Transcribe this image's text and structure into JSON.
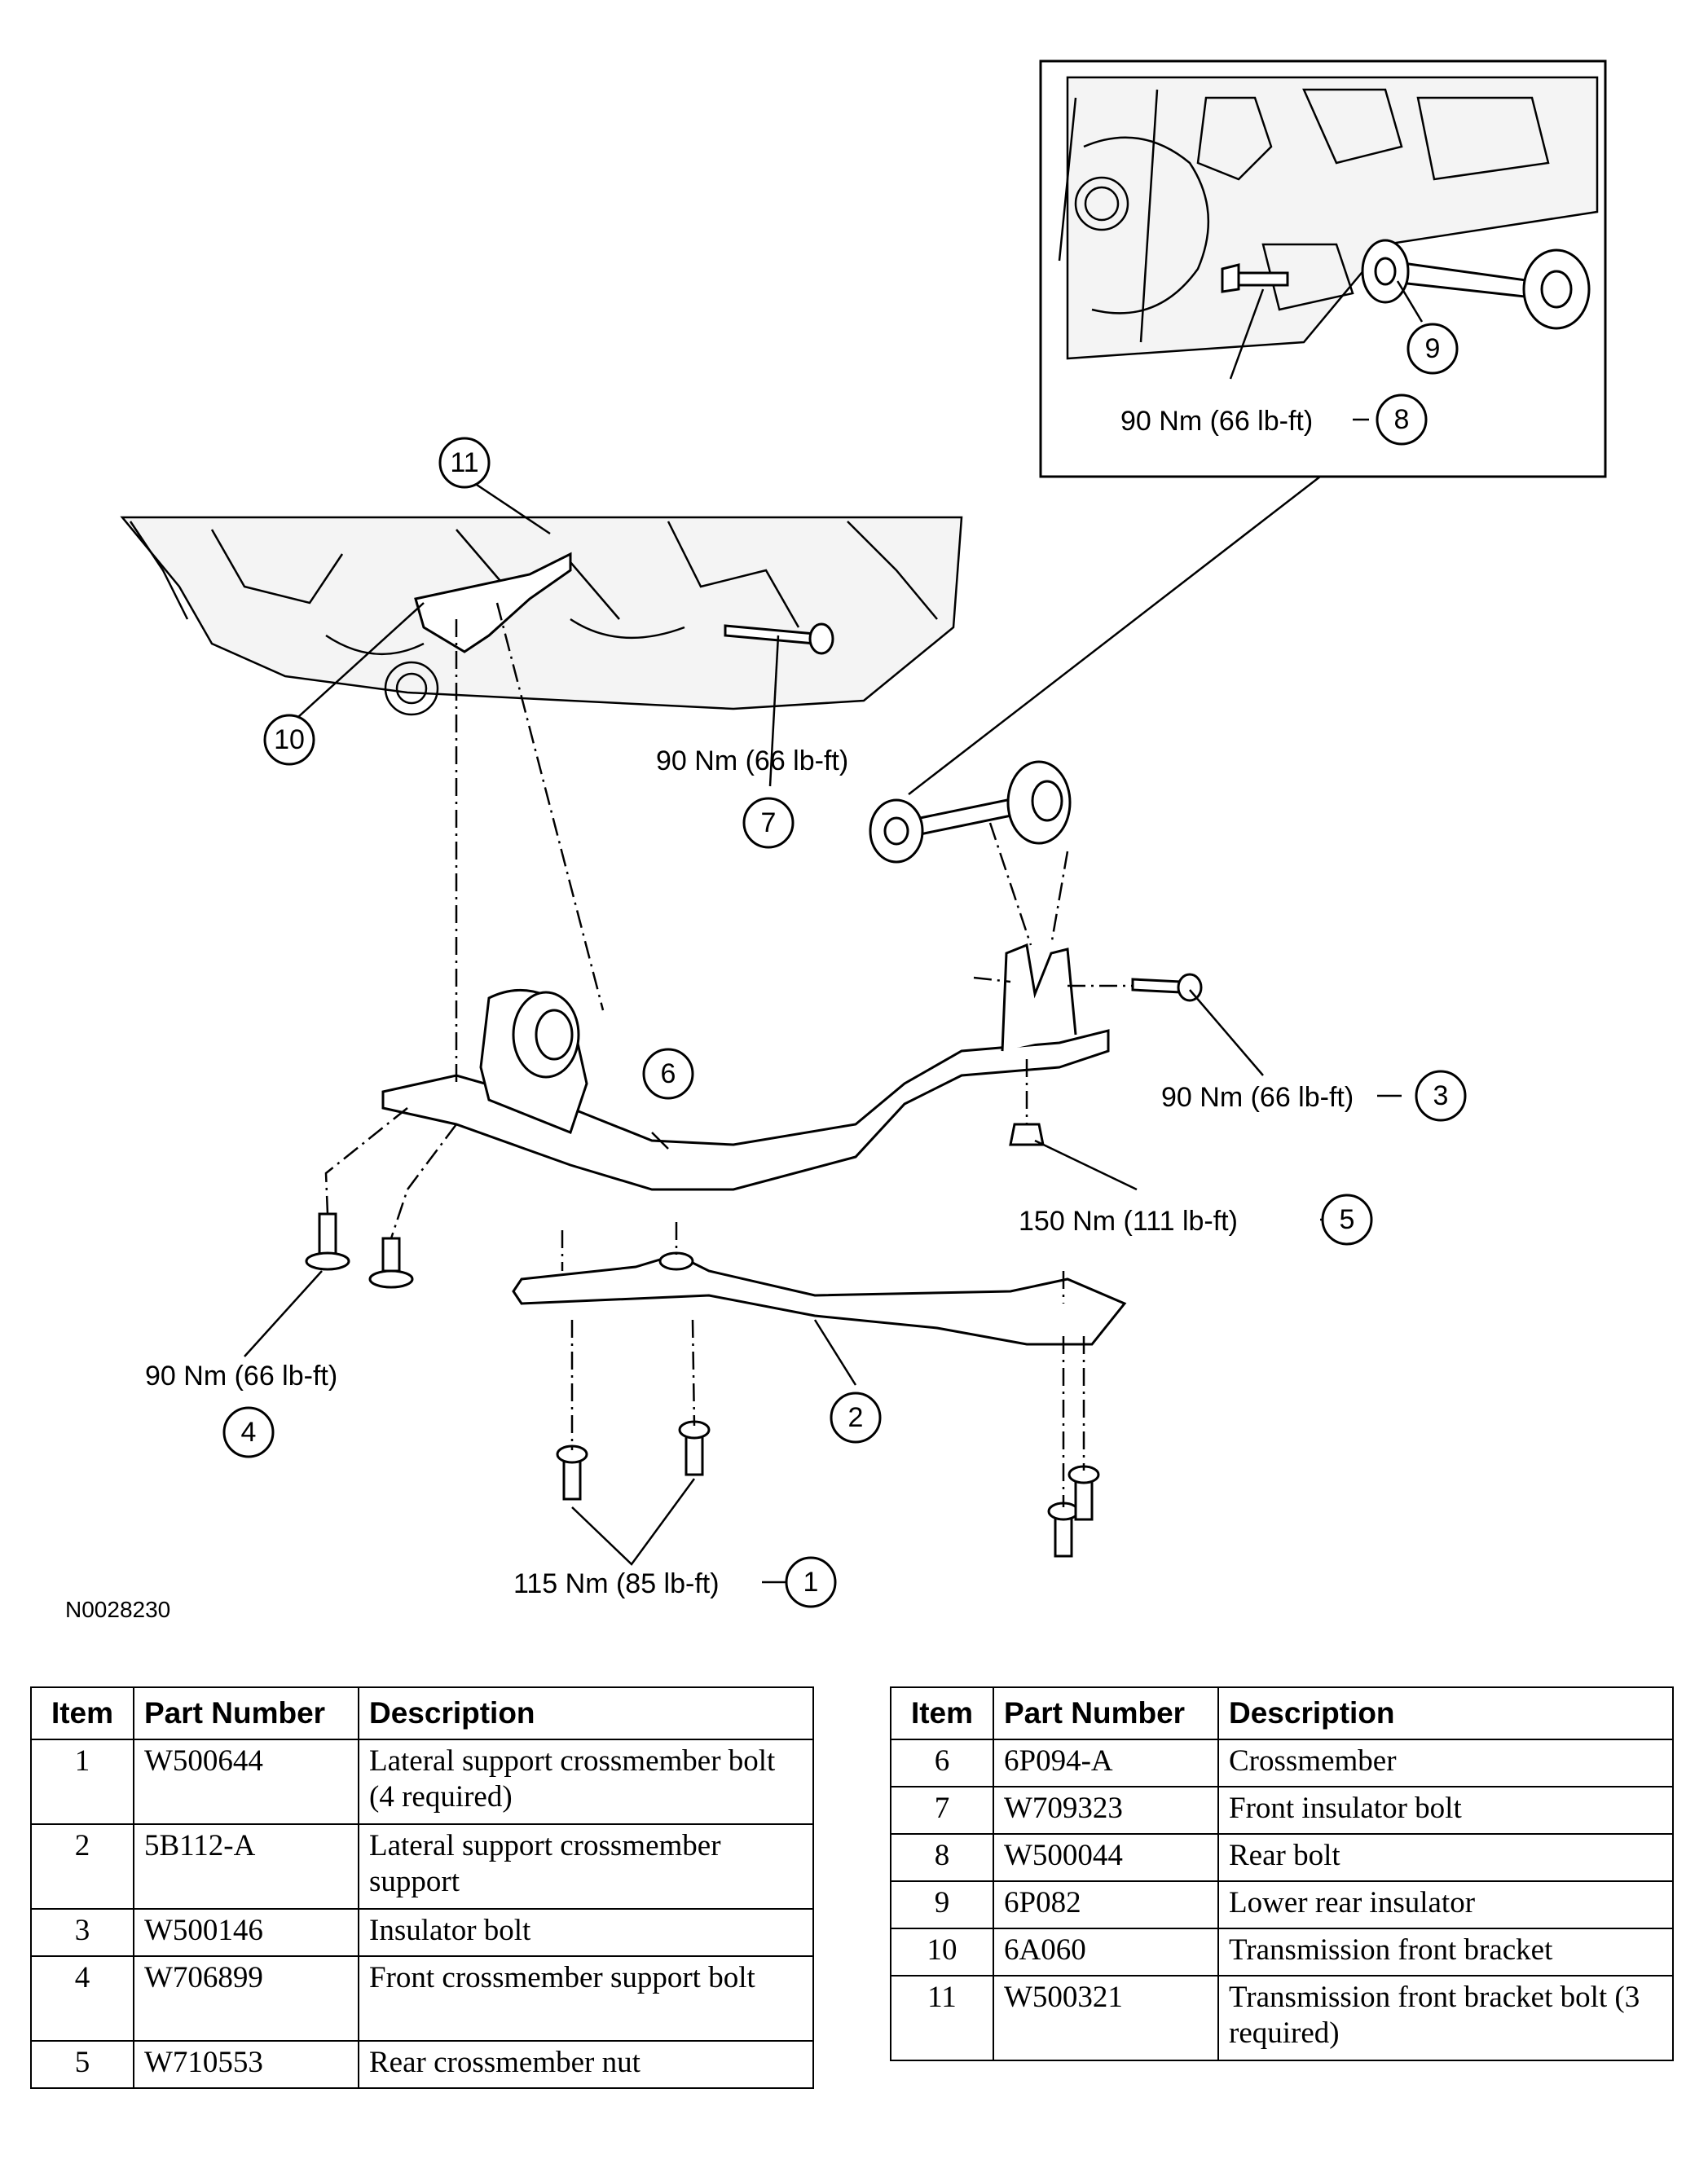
{
  "figure_id": "N0028230",
  "callouts": [
    {
      "num": "1",
      "torque": "115 Nm (85 lb-ft)"
    },
    {
      "num": "2",
      "torque": ""
    },
    {
      "num": "3",
      "torque": "90 Nm (66 lb-ft)"
    },
    {
      "num": "4",
      "torque": "90 Nm (66 lb-ft)"
    },
    {
      "num": "5",
      "torque": "150 Nm (111 lb-ft)"
    },
    {
      "num": "6",
      "torque": ""
    },
    {
      "num": "7",
      "torque": "90 Nm (66 lb-ft)"
    },
    {
      "num": "8",
      "torque": "90 Nm (66 lb-ft)"
    },
    {
      "num": "9",
      "torque": ""
    },
    {
      "num": "10",
      "torque": ""
    },
    {
      "num": "11",
      "torque": ""
    }
  ],
  "table_headers": {
    "item": "Item",
    "part_number": "Part Number",
    "description": "Description"
  },
  "table_left": [
    {
      "item": "1",
      "part": "W500644",
      "desc": "Lateral support crossmember bolt (4 required)"
    },
    {
      "item": "2",
      "part": "5B112-A",
      "desc": "Lateral support crossmember support"
    },
    {
      "item": "3",
      "part": "W500146",
      "desc": "Insulator bolt"
    },
    {
      "item": "4",
      "part": "W706899",
      "desc": "Front crossmember support bolt"
    },
    {
      "item": "5",
      "part": "W710553",
      "desc": "Rear crossmember nut"
    }
  ],
  "table_right": [
    {
      "item": "6",
      "part": "6P094-A",
      "desc": "Crossmember"
    },
    {
      "item": "7",
      "part": "W709323",
      "desc": "Front insulator bolt"
    },
    {
      "item": "8",
      "part": "W500044",
      "desc": "Rear bolt"
    },
    {
      "item": "9",
      "part": "6P082",
      "desc": "Lower rear insulator"
    },
    {
      "item": "10",
      "part": "6A060",
      "desc": "Transmission front bracket"
    },
    {
      "item": "11",
      "part": "W500321",
      "desc": "Transmission front bracket bolt (3 required)"
    }
  ]
}
